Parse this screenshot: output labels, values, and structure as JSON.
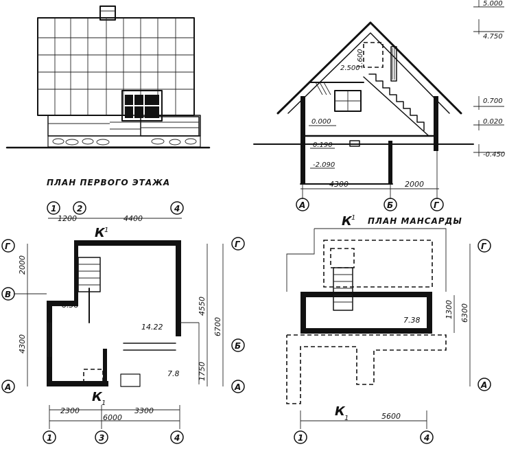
{
  "titles": {
    "ground_plan": "ПЛАН ПЕРВОГО ЭТАЖА",
    "attic_plan": "ПЛАН МАНСАРДЫ",
    "section_mark": "К",
    "section_num": "1"
  },
  "section": {
    "levels": [
      "5.000",
      "4.750",
      "0.700",
      "0.020",
      "-0.450"
    ],
    "inner_levels": [
      "0.000",
      "0.190",
      "-2.090",
      "2.500",
      "1.600"
    ],
    "dims": [
      "4300",
      "2000"
    ],
    "axes": [
      "А",
      "Б",
      "Г"
    ]
  },
  "ground": {
    "top_dims": [
      "1200",
      "4400"
    ],
    "bottom_dims": [
      "2300",
      "3300",
      "6000"
    ],
    "left_dims": [
      "2000",
      "4300"
    ],
    "right_dims": [
      "4550",
      "6700",
      "1750"
    ],
    "rooms": [
      "8.38",
      "14.22",
      "7.8"
    ],
    "top_axes": [
      "1",
      "2",
      "4"
    ],
    "bottom_axes": [
      "1",
      "3",
      "4"
    ],
    "left_axes": [
      "Г",
      "В",
      "А"
    ],
    "right_axes": [
      "Г",
      "Б",
      "А"
    ]
  },
  "attic": {
    "room": "7.38",
    "dims": [
      "1300",
      "6300",
      "5600"
    ],
    "axes_right": [
      "Г",
      "А"
    ],
    "axes_bottom": [
      "1",
      "4"
    ]
  }
}
